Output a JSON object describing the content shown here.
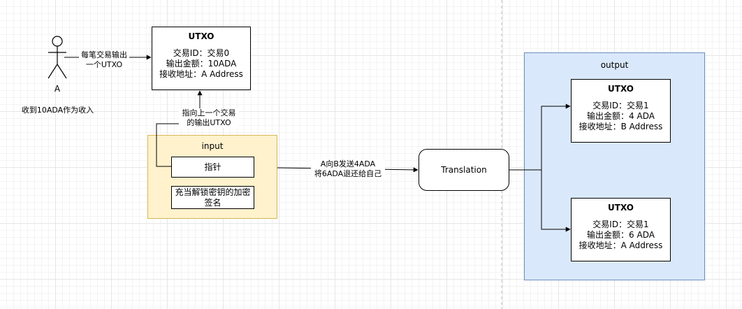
{
  "actor": {
    "name": "A",
    "caption": "收到10ADA作为收入"
  },
  "edge_labels": {
    "actor_to_utxo": "每笔交易输出\n一个UTXO",
    "pointer_to_utxo": "指向上一个交易\n的输出UTXO",
    "input_to_translation": "A向B发送4ADA\n将6ADA退还给自己"
  },
  "utxo0": {
    "title": "UTXO",
    "lines": [
      "交易ID：交易0",
      "输出金额：10ADA",
      "接收地址：A Address"
    ]
  },
  "input": {
    "title": "input",
    "pointer": "指针",
    "signature": "充当解锁密钥的加密\n签名"
  },
  "translation": {
    "label": "Translation"
  },
  "output": {
    "title": "output",
    "utxo_b": {
      "title": "UTXO",
      "lines": [
        "交易ID：交易1",
        "输出金额：4 ADA",
        "接收地址：B Address"
      ]
    },
    "utxo_a": {
      "title": "UTXO",
      "lines": [
        "交易ID：交易1",
        "输出金额：6 ADA",
        "接收地址：A Address"
      ]
    }
  },
  "colors": {
    "output_fill": "#dae8fc",
    "output_stroke": "#6c8ebf",
    "input_fill": "#fff2cc",
    "input_stroke": "#d6b656"
  }
}
